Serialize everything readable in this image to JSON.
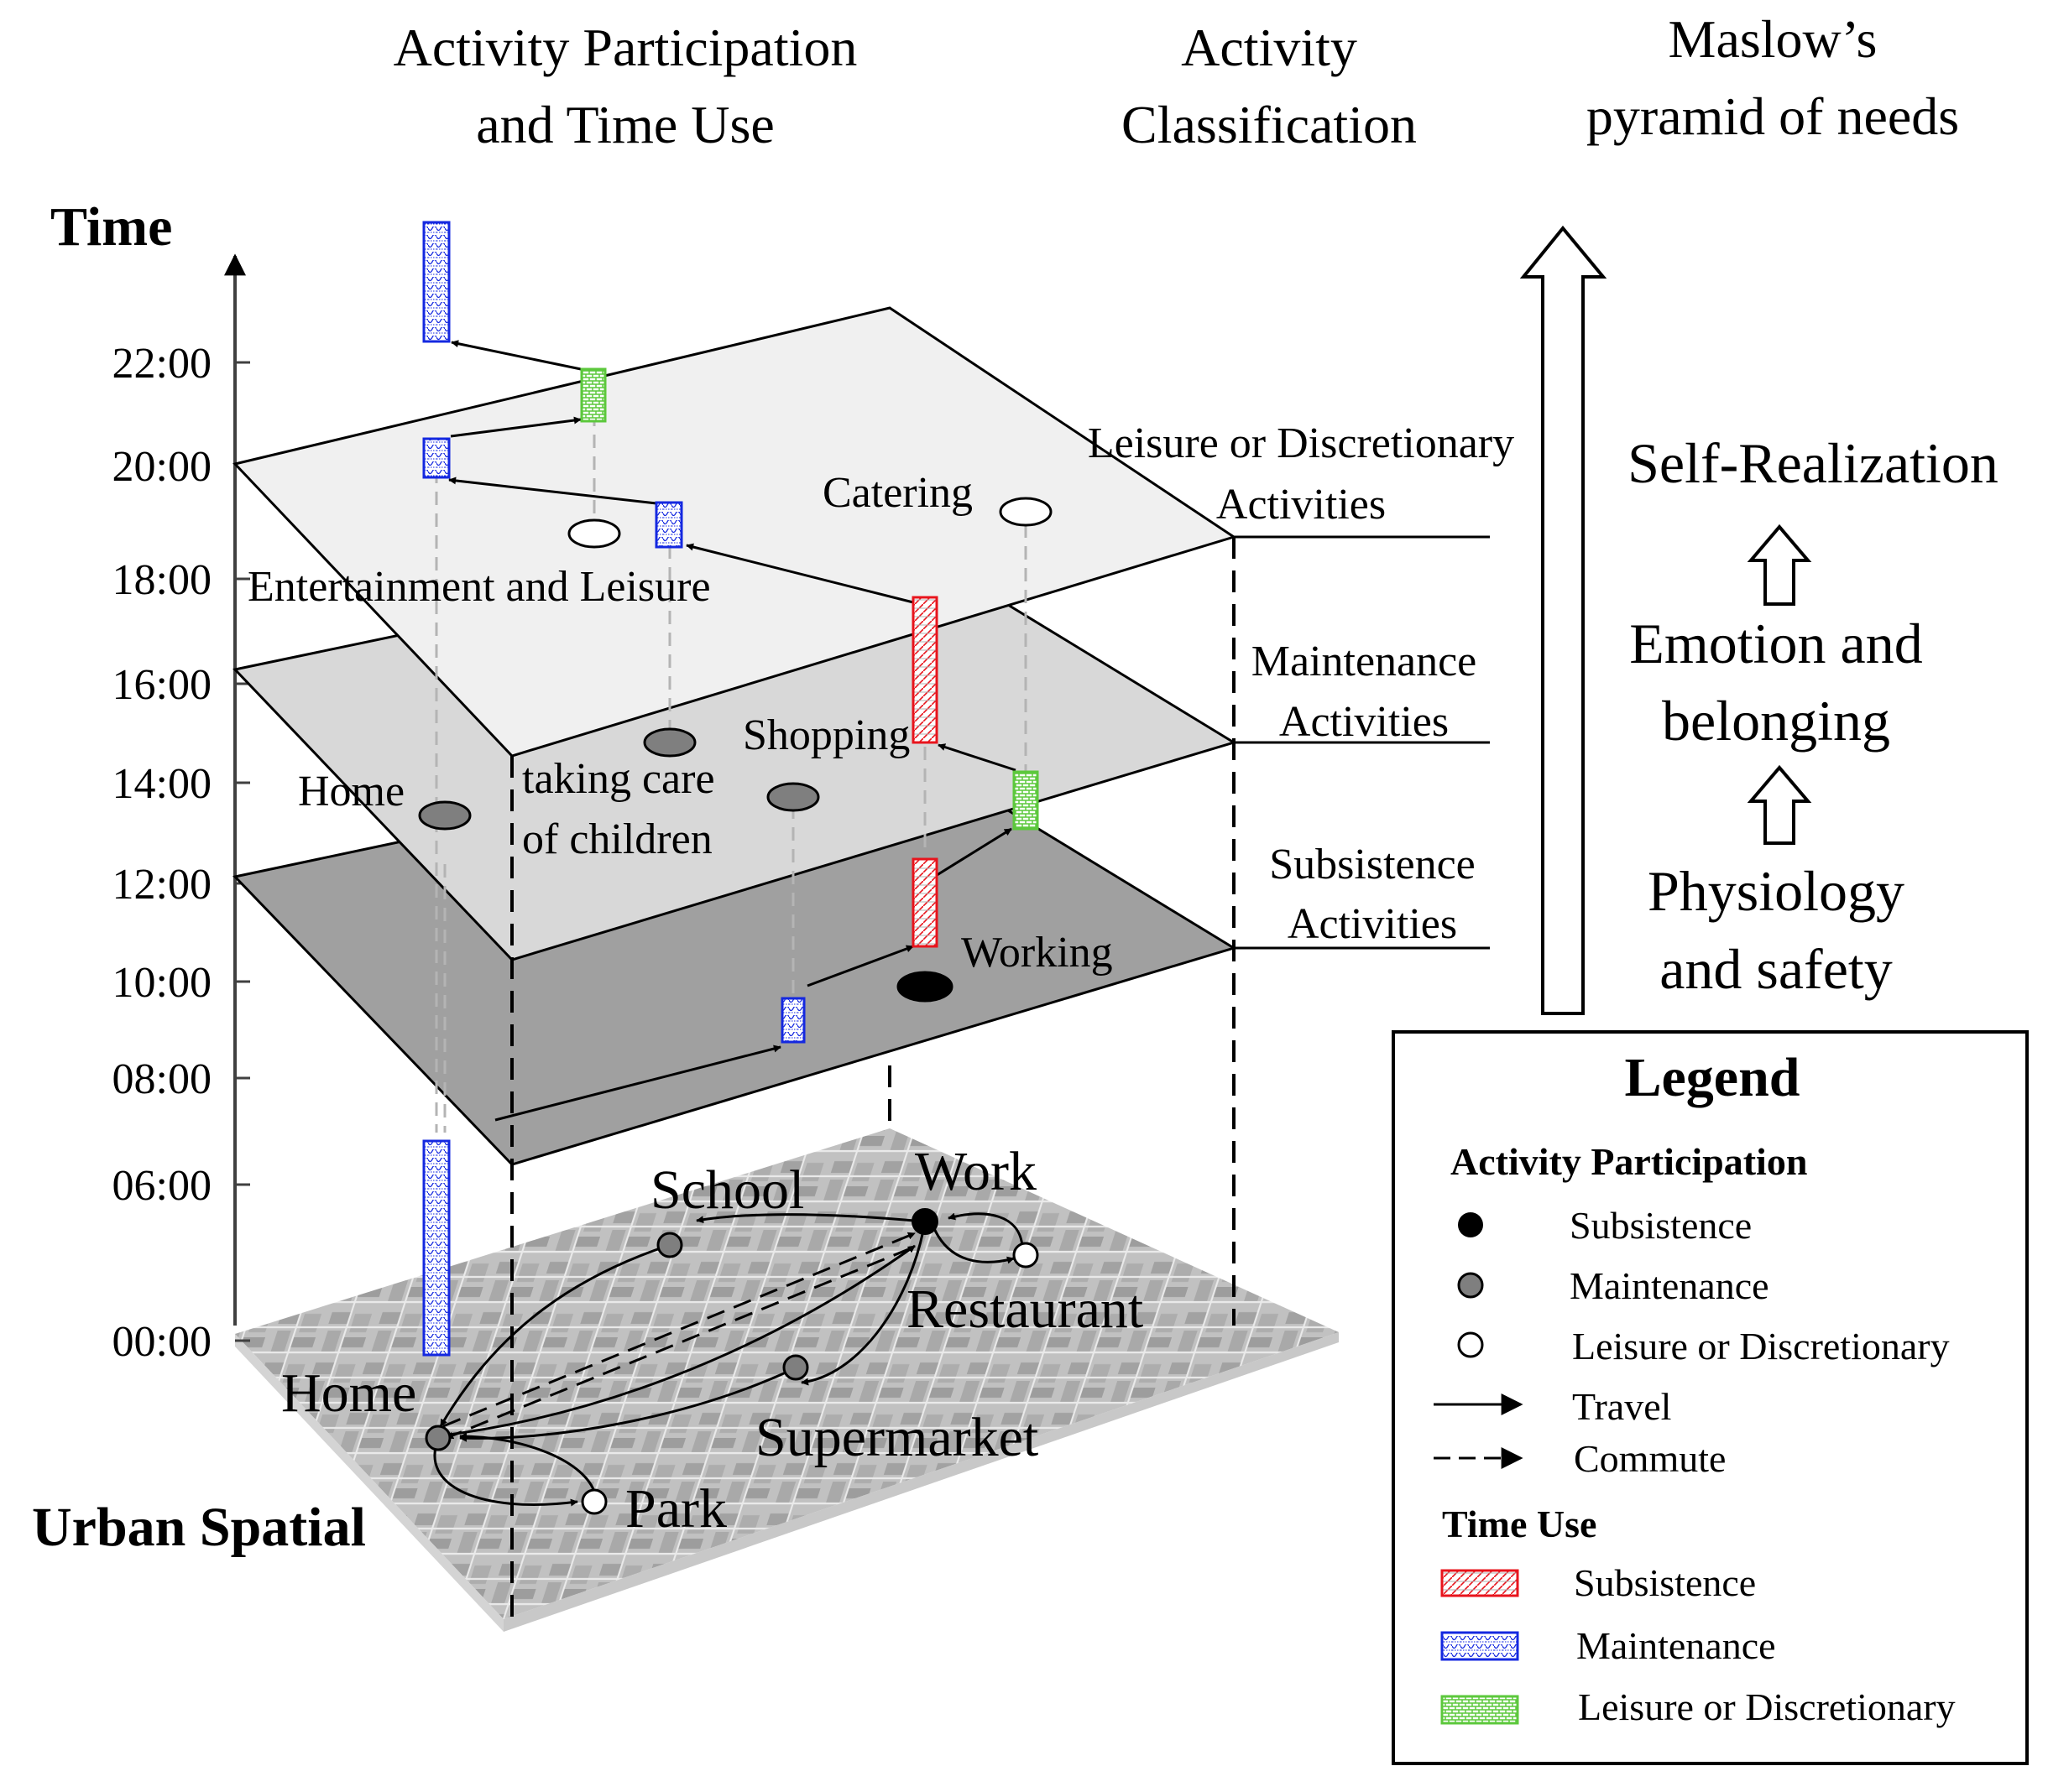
{
  "headers": {
    "activity_participation": [
      "Activity Participation",
      "and Time Use"
    ],
    "activity_classification": [
      "Activity",
      "Classification"
    ],
    "maslow": [
      "Maslow’s",
      "pyramid of needs"
    ]
  },
  "time_axis": {
    "label": "Time",
    "ticks": [
      "22:00",
      "20:00",
      "18:00",
      "16:00",
      "14:00",
      "12:00",
      "10:00",
      "08:00",
      "06:00",
      "00:00"
    ]
  },
  "urban_spatial_label": "Urban Spatial",
  "layers": {
    "leisure": [
      "Leisure or Discretionary",
      "Activities"
    ],
    "maintenance": [
      "Maintenance",
      "Activities"
    ],
    "subsistence": [
      "Subsistence",
      "Activities"
    ]
  },
  "activity_labels": {
    "catering": "Catering",
    "entertainment": "Entertainment and Leisure",
    "home": "Home",
    "taking_care": [
      "taking care",
      "of children"
    ],
    "shopping": "Shopping",
    "working": "Working"
  },
  "map_places": {
    "school": "School",
    "work": "Work",
    "restaurant": "Restaurant",
    "home": "Home",
    "supermarket": "Supermarket",
    "park": "Park"
  },
  "maslow_levels": {
    "self_realization": "Self-Realization",
    "emotion": [
      "Emotion and",
      "belonging"
    ],
    "physiology": [
      "Physiology",
      "and safety"
    ]
  },
  "legend": {
    "title": "Legend",
    "participation_header": "Activity Participation",
    "participation_items": [
      "Subsistence",
      "Maintenance",
      "Leisure or Discretionary",
      "Travel",
      "Commute"
    ],
    "time_use_header": "Time Use",
    "time_use_items": [
      "Subsistence",
      "Maintenance",
      "Leisure or Discretionary"
    ]
  },
  "colors": {
    "subsistence_bar": "#e8141c",
    "maintenance_bar": "#1428e0",
    "leisure_bar": "#5cc83c",
    "plane_leisure": "#f0f0f0",
    "plane_maintenance": "#d8d8d8",
    "plane_subsistence": "#a0a0a0",
    "maintenance_dot": "#7f7f7f",
    "subsistence_dot": "#000000",
    "leisure_dot": "#ffffff"
  }
}
